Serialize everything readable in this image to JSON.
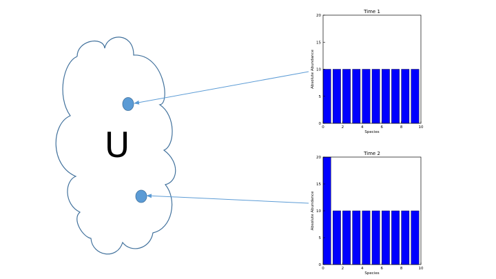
{
  "diagram": {
    "cloud_label": "U",
    "colors": {
      "cloud_stroke": "#41719c",
      "sample_dot": "#5b9bd5",
      "sample_dot_stroke": "#41719c",
      "arrow": "#5b9bd5",
      "bar": "#0000ff"
    }
  },
  "chart_data": [
    {
      "type": "bar",
      "title": "Time 1",
      "xlabel": "Species",
      "ylabel": "Absolute Abundance",
      "xlim": [
        0,
        10
      ],
      "ylim": [
        0,
        20
      ],
      "x_ticks": [
        "0",
        "2",
        "4",
        "6",
        "8",
        "10"
      ],
      "y_ticks": [
        "0",
        "5",
        "10",
        "15",
        "20"
      ],
      "x": [
        0,
        1,
        2,
        3,
        4,
        5,
        6,
        7,
        8,
        9
      ],
      "values": [
        10,
        10,
        10,
        10,
        10,
        10,
        10,
        10,
        10,
        10
      ]
    },
    {
      "type": "bar",
      "title": "Time 2",
      "xlabel": "Species",
      "ylabel": "Absolute Abundance",
      "xlim": [
        0,
        10
      ],
      "ylim": [
        0,
        20
      ],
      "x_ticks": [
        "0",
        "2",
        "4",
        "6",
        "8",
        "10"
      ],
      "y_ticks": [
        "0",
        "5",
        "10",
        "15",
        "20"
      ],
      "x": [
        0,
        1,
        2,
        3,
        4,
        5,
        6,
        7,
        8,
        9
      ],
      "values": [
        20,
        10,
        10,
        10,
        10,
        10,
        10,
        10,
        10,
        10
      ]
    }
  ]
}
